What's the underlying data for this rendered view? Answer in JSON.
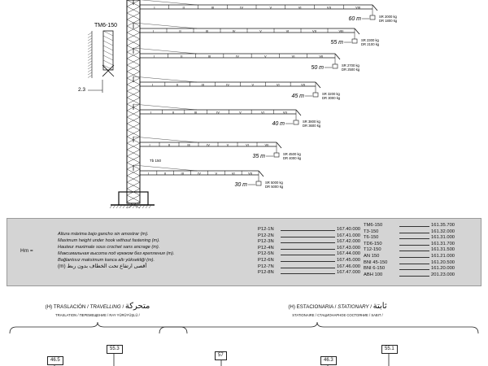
{
  "diagram": {
    "tower_label": "TM6-150",
    "base_dim": "2.3",
    "tie_label": "Tb 150",
    "roman": [
      "I",
      "II",
      "III",
      "IV",
      "V",
      "VI",
      "VII",
      "VIII"
    ],
    "jibs": [
      {
        "len": "60 m",
        "sr": "SR  2000 kg",
        "dr": "DR  1800 kg"
      },
      {
        "len": "55 m",
        "sr": "SR  2300 kg",
        "dr": "DR  2100 kg"
      },
      {
        "len": "50 m",
        "sr": "SR  2700 kg",
        "dr": "DR  2500 kg"
      },
      {
        "len": "45 m",
        "sr": "SR  3200 kg",
        "dr": "DR  3000 kg"
      },
      {
        "len": "40 m",
        "sr": "SR  3800 kg",
        "dr": "DR  3600 kg"
      },
      {
        "len": "35 m",
        "sr": "SR  4500 kg",
        "dr": "DR  4000 kg"
      },
      {
        "len": "30 m",
        "sr": "SR  5000 kg",
        "dr": "DR  5000 kg"
      }
    ]
  },
  "hm_label": "Hm =",
  "description": [
    "Altura máxima bajo gancho sin amostrar (m).",
    "Maximum height under hook without fastening (m).",
    "Hauteur maximale sous crochet sans ancrage (m).",
    "Максимальная высота под крюком без крепления  (m).",
    "Bağlantısız maksimum kanca altı yüksekliği (m)."
  ],
  "description_ar": "(m) أقصى ارتفاع تحت الخطاف بدون ربط",
  "p_table": [
    {
      "label": "P12-1N",
      "value": "167.40.000"
    },
    {
      "label": "P12-2N",
      "value": "167.41.000"
    },
    {
      "label": "P12-3N",
      "value": "167.42.000"
    },
    {
      "label": "P12-4N",
      "value": "167.43.000"
    },
    {
      "label": "P12-5N",
      "value": "167.44.000"
    },
    {
      "label": "P12-6N",
      "value": "167.45.000"
    },
    {
      "label": "P12-7N",
      "value": "167.46.000"
    },
    {
      "label": "P12-8N",
      "value": "167.47.000"
    }
  ],
  "t_table": [
    {
      "label": "TM6-150",
      "value": "161.35.700"
    },
    {
      "label": "T3-150",
      "value": "161.32.000"
    },
    {
      "label": "T6-150",
      "value": "161.31.000"
    },
    {
      "label": "TD6-150",
      "value": "161.31.700"
    },
    {
      "label": "T12-150",
      "value": "161.31.500"
    },
    {
      "label": "AN 150",
      "value": "161.21.000"
    },
    {
      "label": "BNI 45-150",
      "value": "161.20.500"
    },
    {
      "label": "BNI 6-150",
      "value": "161.20.000"
    },
    {
      "label": "ABH 100",
      "value": "201.23.000"
    }
  ],
  "travelling": {
    "title_es": "(H) TRASLACIÓN / ",
    "title_en": "TRAVELLING",
    "title_sep": " / ",
    "title_ar": "متحركة",
    "subtitle": "TRASLATION / ПЕРЕМЕЩЕНИЕ / RAY YÜRÜYÜŞLÜ /"
  },
  "stationary": {
    "title_es": "(H) ESTACIONARIA / ",
    "title_en": "STATIONARY",
    "title_sep": " / ",
    "title_ar": "ثابتة",
    "subtitle": "STATIONAIRE / СТАЦИОНАРНОЕ СОСТОЯНИЕ / SABIT /"
  },
  "heights": [
    "46.5",
    "55.3",
    "57",
    "46.3",
    "55.1"
  ]
}
